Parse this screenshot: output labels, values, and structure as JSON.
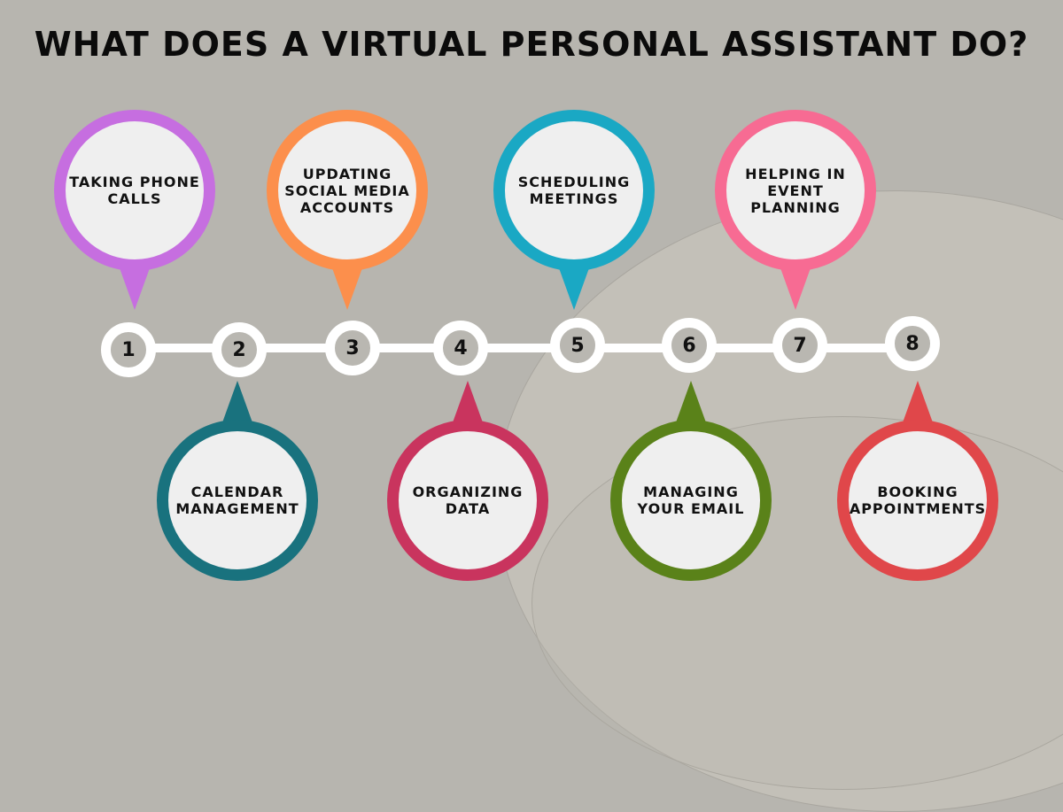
{
  "title": "WHAT DOES A VIRTUAL PERSONAL ASSISTANT DO?",
  "background_color": "#b7b5af",
  "steps": [
    {
      "number": "1",
      "label": "TAKING PHONE\nCALLS",
      "color": "#c66ee0",
      "position": "top"
    },
    {
      "number": "2",
      "label": "CALENDAR\nMANAGEMENT",
      "color": "#19727e",
      "position": "bottom"
    },
    {
      "number": "3",
      "label": "UPDATING\nSOCIAL MEDIA\nACCOUNTS",
      "color": "#fc8f4c",
      "position": "top"
    },
    {
      "number": "4",
      "label": "ORGANIZING\nDATA",
      "color": "#c9345e",
      "position": "bottom"
    },
    {
      "number": "5",
      "label": "SCHEDULING\nMEETINGS",
      "color": "#1aa8c4",
      "position": "top"
    },
    {
      "number": "6",
      "label": "MANAGING\nYOUR EMAIL",
      "color": "#5a8219",
      "position": "bottom"
    },
    {
      "number": "7",
      "label": "HELPING IN\nEVENT\nPLANNING",
      "color": "#f76b93",
      "position": "top"
    },
    {
      "number": "8",
      "label": "BOOKING\nAPPOINTMENTS",
      "color": "#e0474a",
      "position": "bottom"
    }
  ]
}
